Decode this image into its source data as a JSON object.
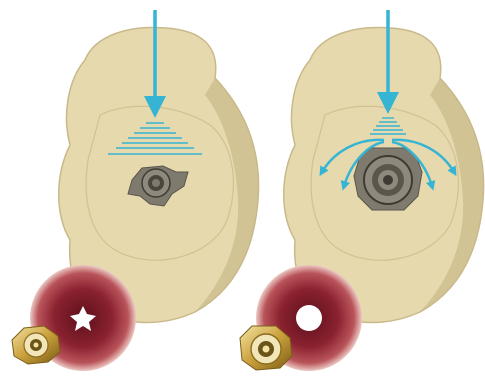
{
  "figure": {
    "panels": [
      {
        "key": "left",
        "force_direction": "downward",
        "load_spread": "concentrated",
        "implant_shape": "tri-lobed",
        "tissue_hole": "star-shaped"
      },
      {
        "key": "right",
        "force_direction": "downward",
        "load_spread": "distributed-lateral",
        "implant_shape": "round-internal-connection",
        "tissue_hole": "round"
      }
    ],
    "colors": {
      "bone": "#e6d9ad",
      "bone_shadow": "#c9b98a",
      "bone_edge": "#b8a676",
      "force_arrow": "#36b4d4",
      "implant_grey": "#7f7a6e",
      "implant_dark": "#3f3b33",
      "tissue_red": "#7e1f2a",
      "tissue_pink": "#e6b9b4",
      "gold": "#c9a03a"
    }
  }
}
